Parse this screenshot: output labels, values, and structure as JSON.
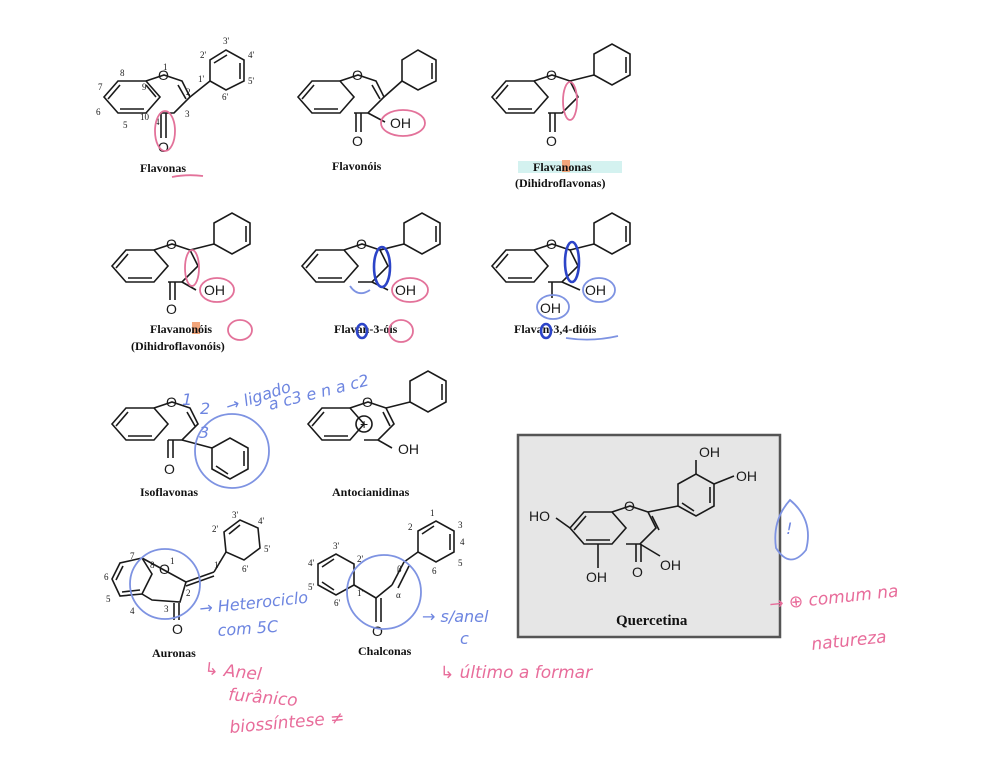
{
  "compounds": {
    "flavonas": "Flavonas",
    "flavonois": "Flavonóis",
    "flavanonas": "Flavanonas",
    "flavanonas_sub": "(Dihidroflavonas)",
    "flavanonois": "Flavanonóis",
    "flavanonois_sub": "(Dihidroflavonóis)",
    "flavan3ois": "Flavan-3-óis",
    "flavan34diois": "Flavan-3,4-dióis",
    "isoflavonas": "Isoflavonas",
    "antocianidinas": "Antocianidinas",
    "auronas": "Auronas",
    "chalconas": "Chalconas",
    "quercetina": "Quercetina"
  },
  "atoms": {
    "O": "O",
    "OH": "OH",
    "HO": "HO",
    "plus": "+"
  },
  "numbering": {
    "flavona": [
      "1",
      "2",
      "3",
      "4",
      "5",
      "6",
      "7",
      "8",
      "9",
      "10",
      "1'",
      "2'",
      "3'",
      "4'",
      "5'",
      "6'"
    ],
    "aurona": [
      "1",
      "2",
      "3",
      "7",
      "6",
      "5",
      "4",
      "8",
      "1'",
      "2'",
      "3'",
      "4'",
      "5'",
      "6'"
    ],
    "chalcona": [
      "1",
      "2",
      "3",
      "4",
      "5",
      "6",
      "1'",
      "2'",
      "3'",
      "4'",
      "5'",
      "6'",
      "α",
      "β"
    ]
  },
  "annotations": {
    "iso_nums": [
      "1",
      "2",
      "3"
    ],
    "iso_note_1": "→ ligado",
    "iso_note_2": "a c3 e n a c2",
    "aurona_note_1": "→ Heterociclo",
    "aurona_note_2": "com 5C",
    "aurona_note_3": "↳ Anel",
    "aurona_note_4": "furânico",
    "aurona_note_5": "biossíntese ≠",
    "chalcona_note_1": "→ s/anel",
    "chalcona_note_2": "c",
    "chalcona_note_3": "↳ último a formar",
    "quercetina_note_1": "→ ⊕ comum na",
    "quercetina_note_2": "natureza",
    "exclaim": "!"
  },
  "colors": {
    "pink": "#e3729a",
    "blue": "#7e93e2",
    "dark_blue": "#2c44c8",
    "box_fill": "#e6e6e6",
    "box_border": "#555555"
  }
}
